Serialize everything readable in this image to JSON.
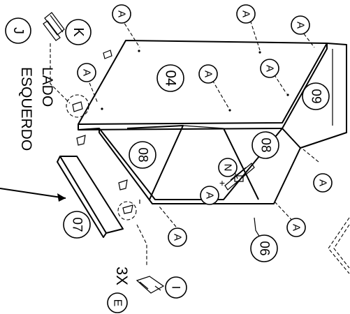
{
  "labels": {
    "hardware_a": "A",
    "hardware_e": "E",
    "hardware_i": "I",
    "hardware_j": "J",
    "hardware_k": "K",
    "hardware_n": "N",
    "side_label_line1": "LADO",
    "side_label_line2": "ESQUERDO",
    "quantity_prefix": "3X",
    "plus_sign": "+"
  },
  "parts": {
    "p04": "04",
    "p06": "06",
    "p07": "07",
    "p08": "08",
    "p09": "09"
  }
}
